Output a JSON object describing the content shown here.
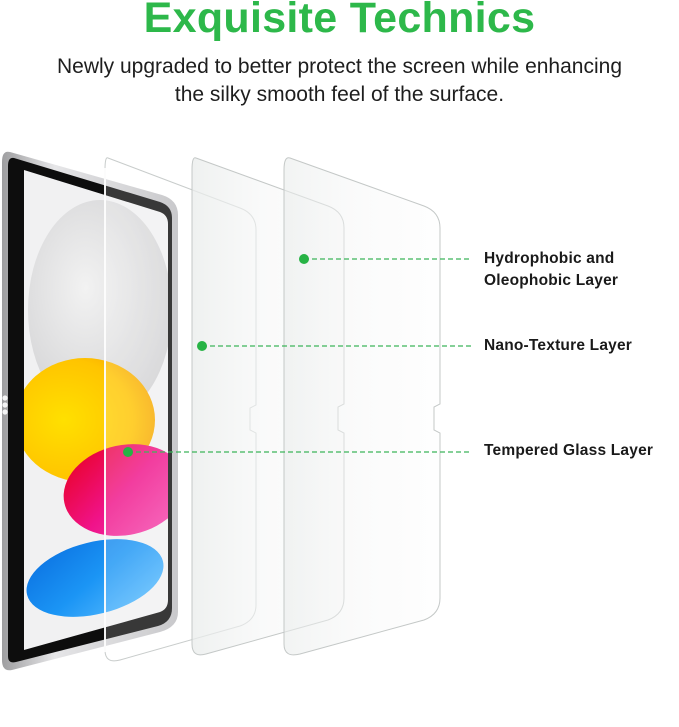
{
  "header": {
    "title": "Exquisite Technics",
    "subtitle_lines": [
      "Newly upgraded to better protect the screen while enhancing",
      "the silky smooth feel of the surface."
    ]
  },
  "callouts": [
    {
      "id": "hydrophobic",
      "lines": [
        "Hydrophobic and",
        "Oleophobic Layer"
      ]
    },
    {
      "id": "nano",
      "lines": [
        "Nano-Texture Layer"
      ]
    },
    {
      "id": "tempered",
      "lines": [
        "Tempered Glass Layer"
      ]
    }
  ],
  "colors": {
    "accent_green": "#2db84a",
    "callout_dot": "#27b345",
    "dash_line": "#3cb55a",
    "text_dark": "#1e1e1e",
    "tablet_bezel": "#0d0d0d",
    "tablet_frame": "#c9c9cb",
    "wallpaper_yellow": "#ffcc00",
    "wallpaper_pink": "#ee1a8c",
    "wallpaper_blue": "#1a8cf0"
  },
  "illustration": {
    "device": "tablet",
    "icons": [
      "tablet-icon",
      "glass-sheet-icon",
      "callout-dot-icon"
    ]
  }
}
